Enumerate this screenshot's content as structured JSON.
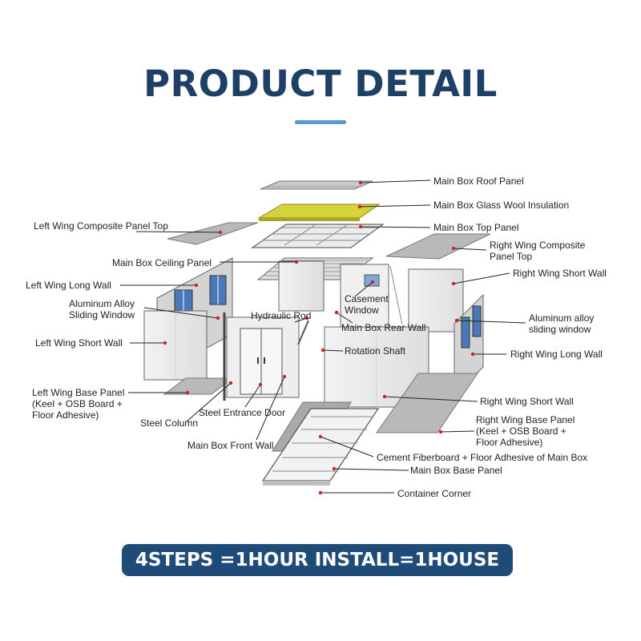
{
  "header": {
    "title": "PRODUCT DETAIL"
  },
  "labels": {
    "roof_panel": "Main Box Roof Panel",
    "glass_wool": "Main Box Glass Wool Insulation",
    "top_panel": "Main Box Top Panel",
    "left_wing_top": "Left Wing Composite Panel Top",
    "right_wing_top_1": "Right Wing Composite",
    "right_wing_top_2": "Panel Top",
    "ceiling_panel": "Main Box Ceiling Panel",
    "right_short_wall_top": "Right Wing Short Wall",
    "left_long_wall": "Left Wing Long Wall",
    "alu_left_1": "Aluminum Alloy",
    "alu_left_2": "Sliding Window",
    "casement_1": "Casement",
    "casement_2": "Window",
    "hydraulic_rod": "Hydraulic Rod",
    "alu_right_1": "Aluminum alloy",
    "alu_right_2": "sliding window",
    "rear_wall": "Main Box Rear Wall",
    "left_short_wall": "Left Wing Short Wall",
    "rotation_shaft": "Rotation Shaft",
    "right_long_wall": "Right Wing Long Wall",
    "left_base_1": "Left Wing Base Panel",
    "left_base_2": "(Keel + OSB Board +",
    "left_base_3": "Floor Adhesive)",
    "right_short_wall_low": "Right Wing Short Wall",
    "steel_entrance_door": "Steel Entrance Door",
    "steel_column": "Steel Column",
    "right_base_1": "Right Wing Base Panel",
    "right_base_2": "(Keel + OSB Board +",
    "right_base_3": "Floor Adhesive)",
    "front_wall": "Main Box Front Wall",
    "cement_fiberboard": "Cement Fiberboard + Floor Adhesive of Main Box",
    "base_panel": "Main Box Base Panel",
    "container_corner": "Container Corner"
  },
  "footer": {
    "banner": "4STEPS =1HOUR INSTALL=1HOUSE"
  },
  "colors": {
    "title": "#1e3f66",
    "accent_bar": "#5b9bd5",
    "banner_bg": "#1f4b79",
    "insulation": "#d6d23c",
    "panel": "#b9b9b9",
    "marker": "#d62020"
  }
}
